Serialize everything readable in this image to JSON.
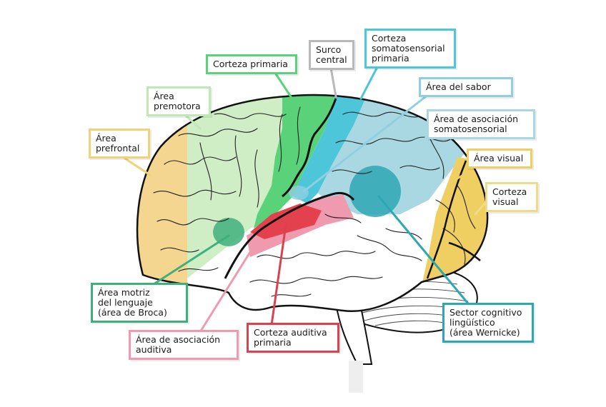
{
  "colors": {
    "prefrontal": "#f4d690",
    "premotor": "#cfeec5",
    "primary_motor": "#59d27a",
    "somatosensory": "#4cc6d8",
    "somatosensory_assoc": "#a9d8e2",
    "visual": "#f0cf62",
    "auditory_assoc": "#f09ab0",
    "auditory_primary": "#e4414f",
    "broca": "#3fb07c",
    "wernicke": "#2ea7b4",
    "taste": "#8fd0dd",
    "outline": "#111111"
  },
  "labels": {
    "corteza_primaria": {
      "text": "Corteza primaria",
      "color": "#59d27a"
    },
    "surco_central": {
      "text": "Surco\ncentral",
      "color": "#b9b9b9"
    },
    "somatosensorial_primaria": {
      "text": "Corteza\nsomatosensorial\nprimaria",
      "color": "#4cc6d8"
    },
    "area_premotora": {
      "text": "Área\npremotora",
      "color": "#bfe8b5"
    },
    "area_prefrontal": {
      "text": "Área\nprefrontal",
      "color": "#f0d27a"
    },
    "area_sabor": {
      "text": "Área del sabor",
      "color": "#8fcfe0"
    },
    "asociacion_somatosensorial": {
      "text": "Área de asociación\nsomatosensorial",
      "color": "#a9d8e2"
    },
    "area_visual": {
      "text": "Área visual",
      "color": "#f0cf62"
    },
    "corteza_visual": {
      "text": "Corteza\nvisual",
      "color": "#f0dc88"
    },
    "area_motriz_lenguaje": {
      "text": "Área motriz\ndel lenguaje\n(área de Broca)",
      "color": "#3fb07c"
    },
    "asociacion_auditiva": {
      "text": "Área de asociación\nauditiva",
      "color": "#f09ab0"
    },
    "corteza_auditiva_primaria": {
      "text": "Corteza auditiva\nprimaria",
      "color": "#d8434f"
    },
    "sector_cognitivo": {
      "text": "Sector cognitivo\nlingüístico\n(área Wernicke)",
      "color": "#2ea7b4"
    }
  }
}
